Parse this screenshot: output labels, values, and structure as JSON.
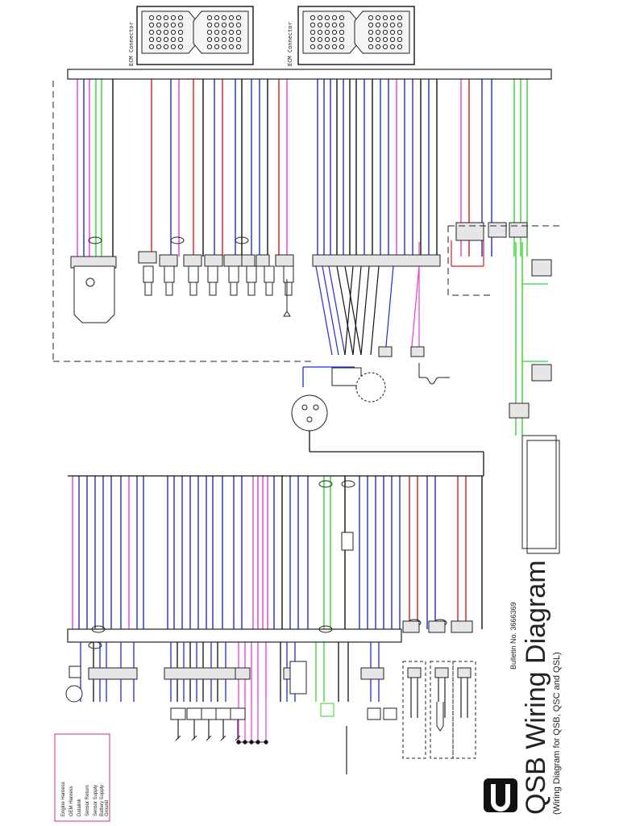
{
  "colors": {
    "wire_blue": "#1f2bd8",
    "wire_pink": "#e63cd8",
    "wire_green": "#2ed62e",
    "wire_red": "#e01818",
    "wire_black": "#111111",
    "ink": "#222222",
    "connector_fill": "#e6e6e6",
    "legend_border": "#d03060"
  },
  "title_block": {
    "logo_icon": "cummins-c-logo",
    "title": "QSB Wiring Diagram",
    "doc_number": "Bulletin No. 3666369",
    "subtitle": "(Wiring Diagram for QSB, QSC and QSL)"
  },
  "connectors": {
    "top_left_ecm": "ECM Connector",
    "top_right_ecm": "ECM Connector"
  },
  "legend": {
    "items": [
      "Engine Harness",
      "OEM Harness",
      "Datalink",
      "Sensor Return",
      "Sensor Supply",
      "Battery Supply",
      "Ground"
    ]
  }
}
